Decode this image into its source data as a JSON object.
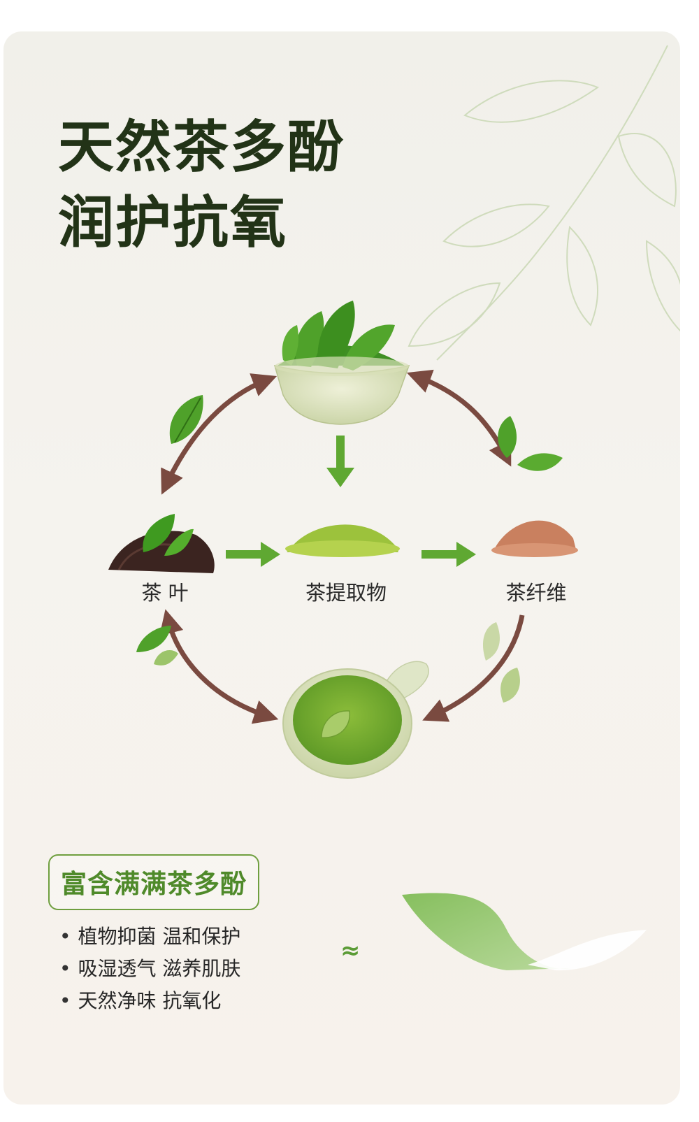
{
  "headline": {
    "line1": "天然茶多酚",
    "line2": "润护抗氧"
  },
  "cycle": {
    "nodes": [
      {
        "label": "茶 叶",
        "icon": "tea-leaves-pile-icon"
      },
      {
        "label": "茶提取物",
        "icon": "green-tea-powder-icon"
      },
      {
        "label": "茶纤维",
        "icon": "tea-fiber-powder-icon"
      }
    ],
    "top_icon": "tea-leaf-bowl-icon",
    "bottom_icon": "matcha-scoop-icon"
  },
  "benefits": {
    "badge": "富含满满茶多酚",
    "items": [
      "植物抑菌 温和保护",
      "吸湿透气 滋养肌肤",
      "天然净味 抗氧化"
    ],
    "approx_symbol": "≈"
  },
  "colors": {
    "headline": "#223317",
    "accent_green": "#5b9c36",
    "arrow_brown": "#7a4a40",
    "arrow_green": "#5fa832"
  }
}
